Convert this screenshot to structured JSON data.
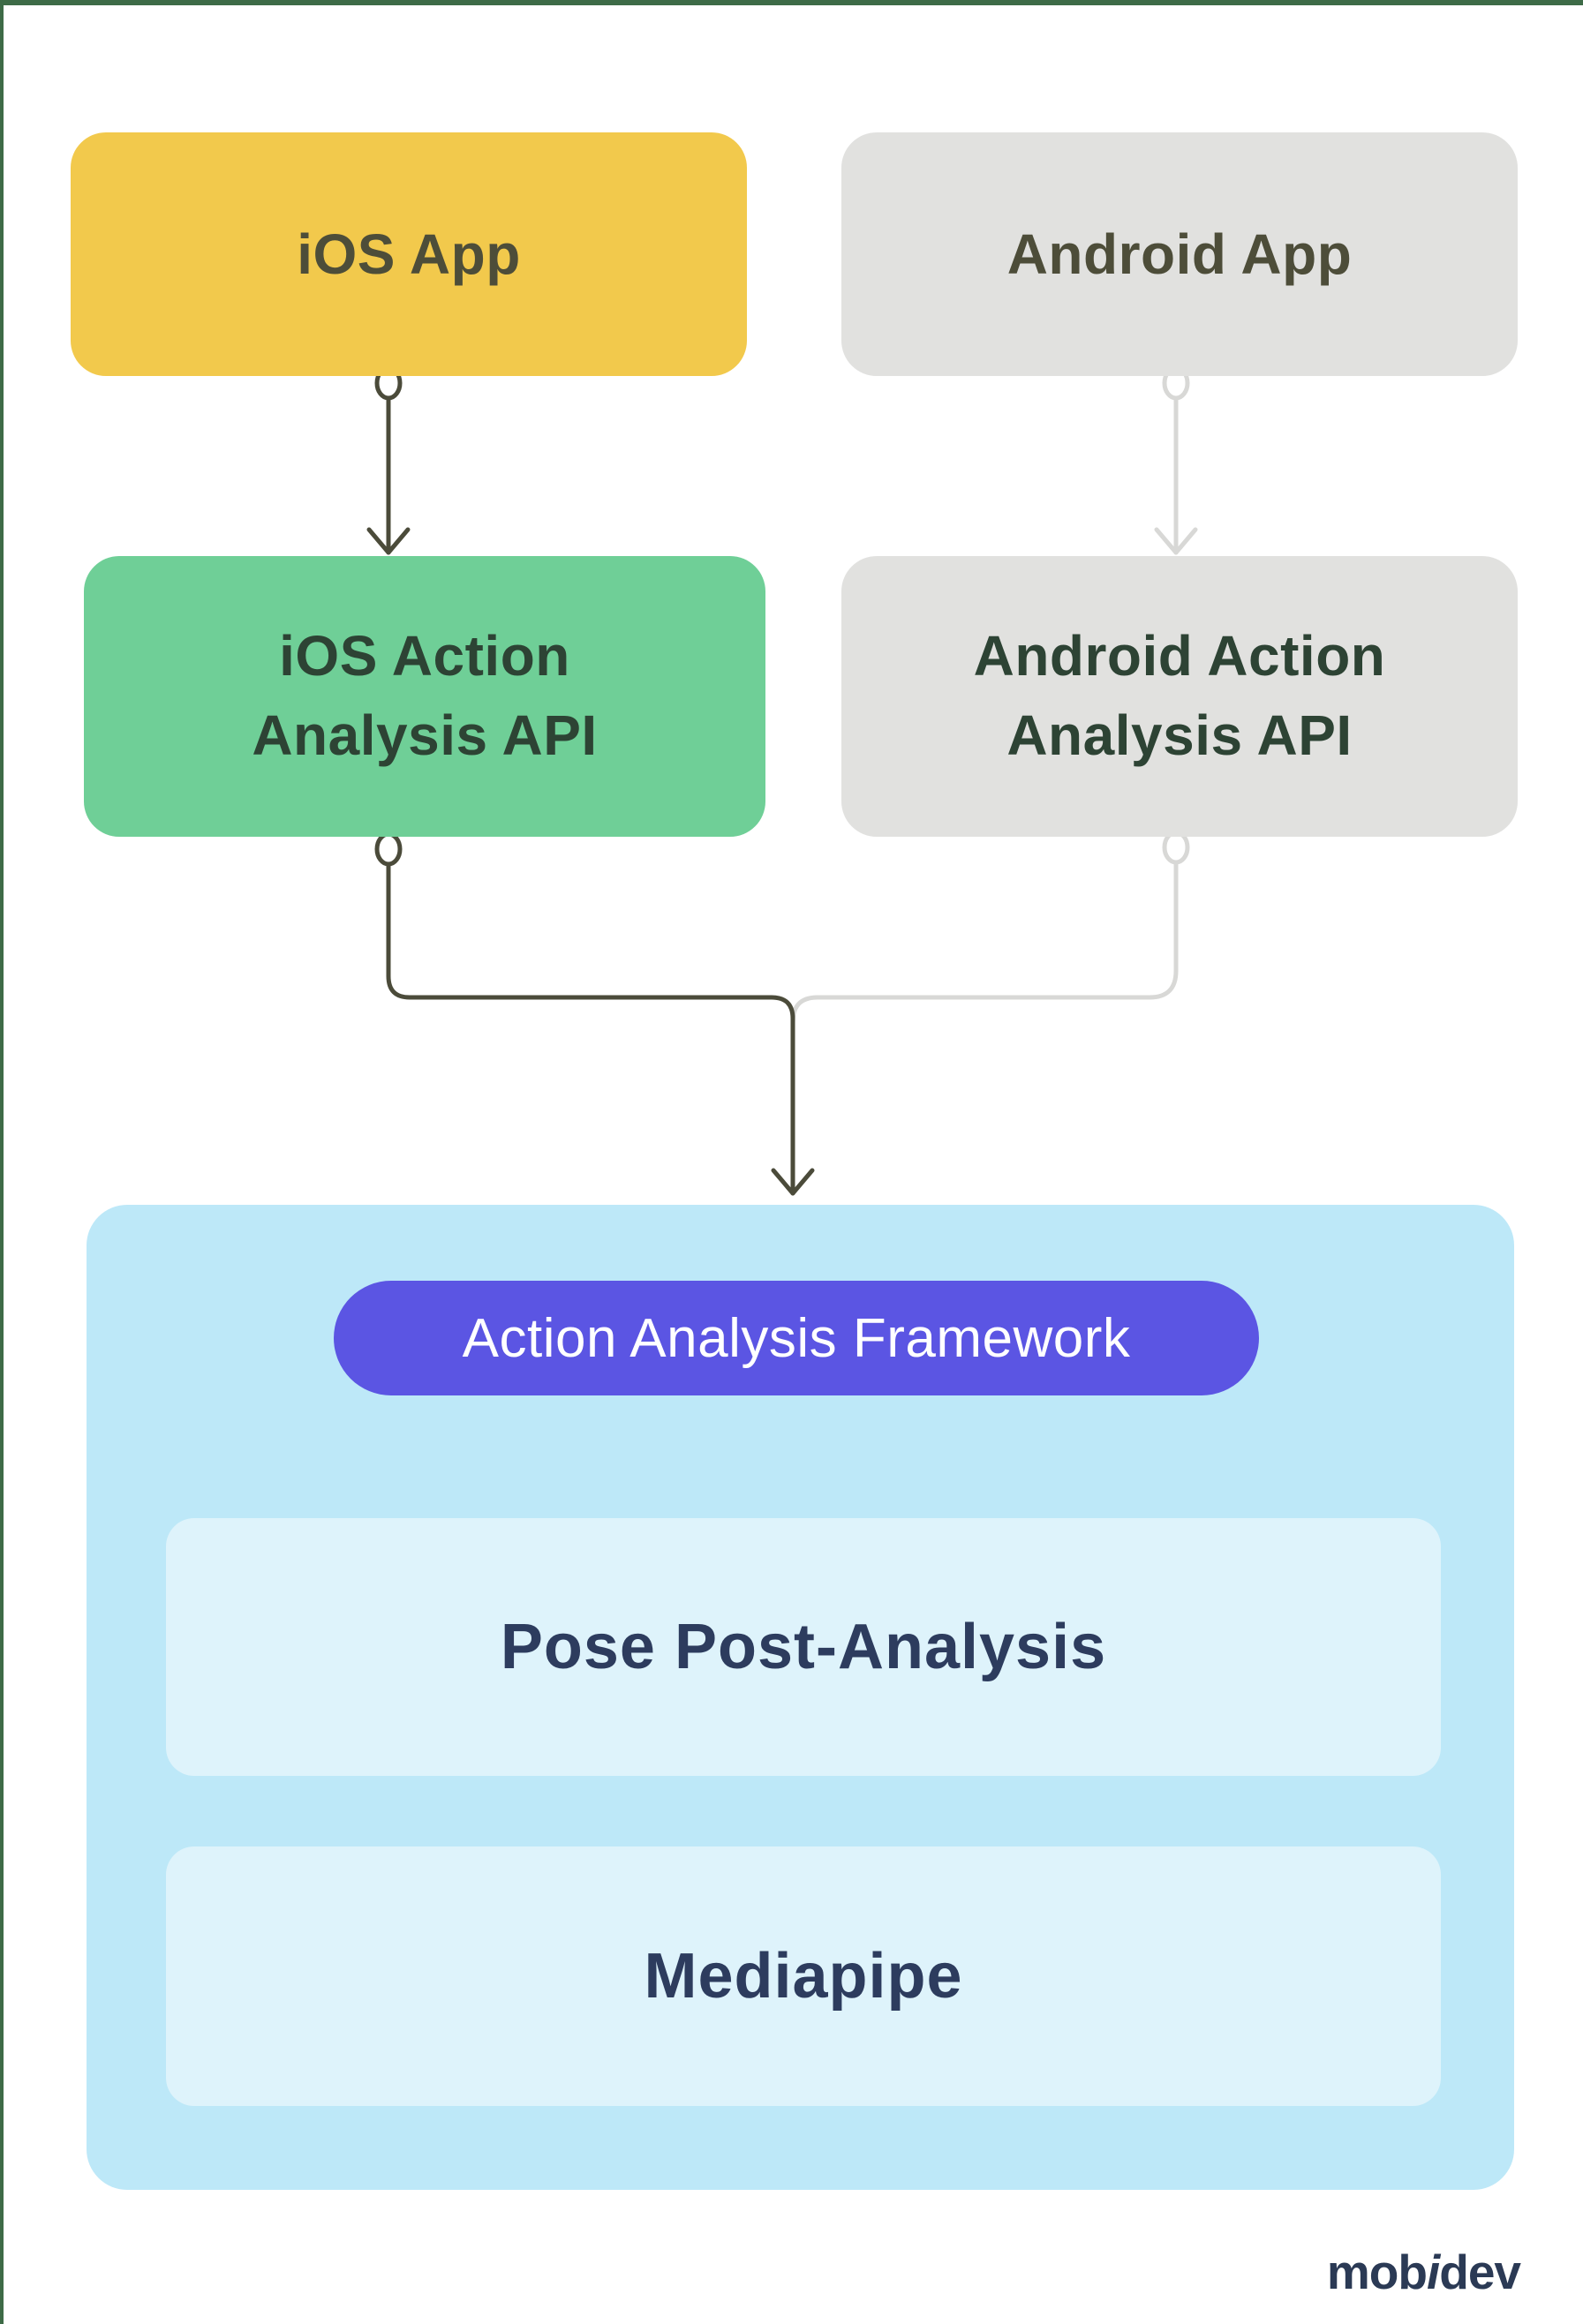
{
  "page": {
    "background": "#ffffff",
    "edge_color": "#3e6b47"
  },
  "nodes": {
    "ios_app": {
      "label": "iOS App",
      "fill": "#f2c94c",
      "text_color": "#4d4d39"
    },
    "android_app": {
      "label": "Android App",
      "fill": "#e1e1df",
      "text_color": "#4d4d39"
    },
    "ios_api": {
      "label": "iOS Action\nAnalysis API",
      "fill": "#6fcf97",
      "text_color": "#2d4334"
    },
    "android_api": {
      "label": "Android Action\nAnalysis API",
      "fill": "#e1e1df",
      "text_color": "#2d4334"
    },
    "framework_badge": {
      "label": "Action Analysis Framework",
      "fill": "#5b55e3",
      "text_color": "#ffffff"
    },
    "pose": {
      "label": "Pose Post-Analysis",
      "fill": "#def3fb",
      "text_color": "#2d3c5e"
    },
    "mediapipe": {
      "label": "Mediapipe",
      "fill": "#def3fb",
      "text_color": "#2d3c5e"
    }
  },
  "container": {
    "fill": "#bde8f8"
  },
  "connectors": {
    "dark": "#4b4b3a",
    "light": "#d8d8d6"
  },
  "logo": {
    "part1": "mob",
    "part2": "i",
    "part3": "dev",
    "color": "#2b3a55"
  }
}
